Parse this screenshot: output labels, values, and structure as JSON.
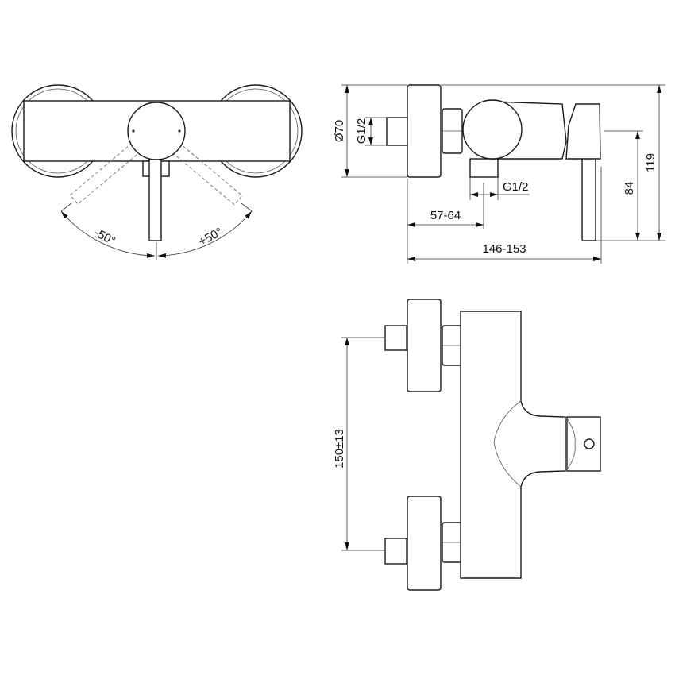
{
  "drawing": {
    "top_view": {
      "angle_left": "-50°",
      "angle_right": "+50°"
    },
    "side_view": {
      "rosette_diameter": "Ø70",
      "inlet_thread": "G1/2",
      "outlet_thread": "G1/2",
      "outlet_offset": "57-64",
      "overall_depth": "146-153",
      "lever_height": "84",
      "overall_height": "119"
    },
    "front_view": {
      "inlet_spacing": "150±13"
    }
  }
}
